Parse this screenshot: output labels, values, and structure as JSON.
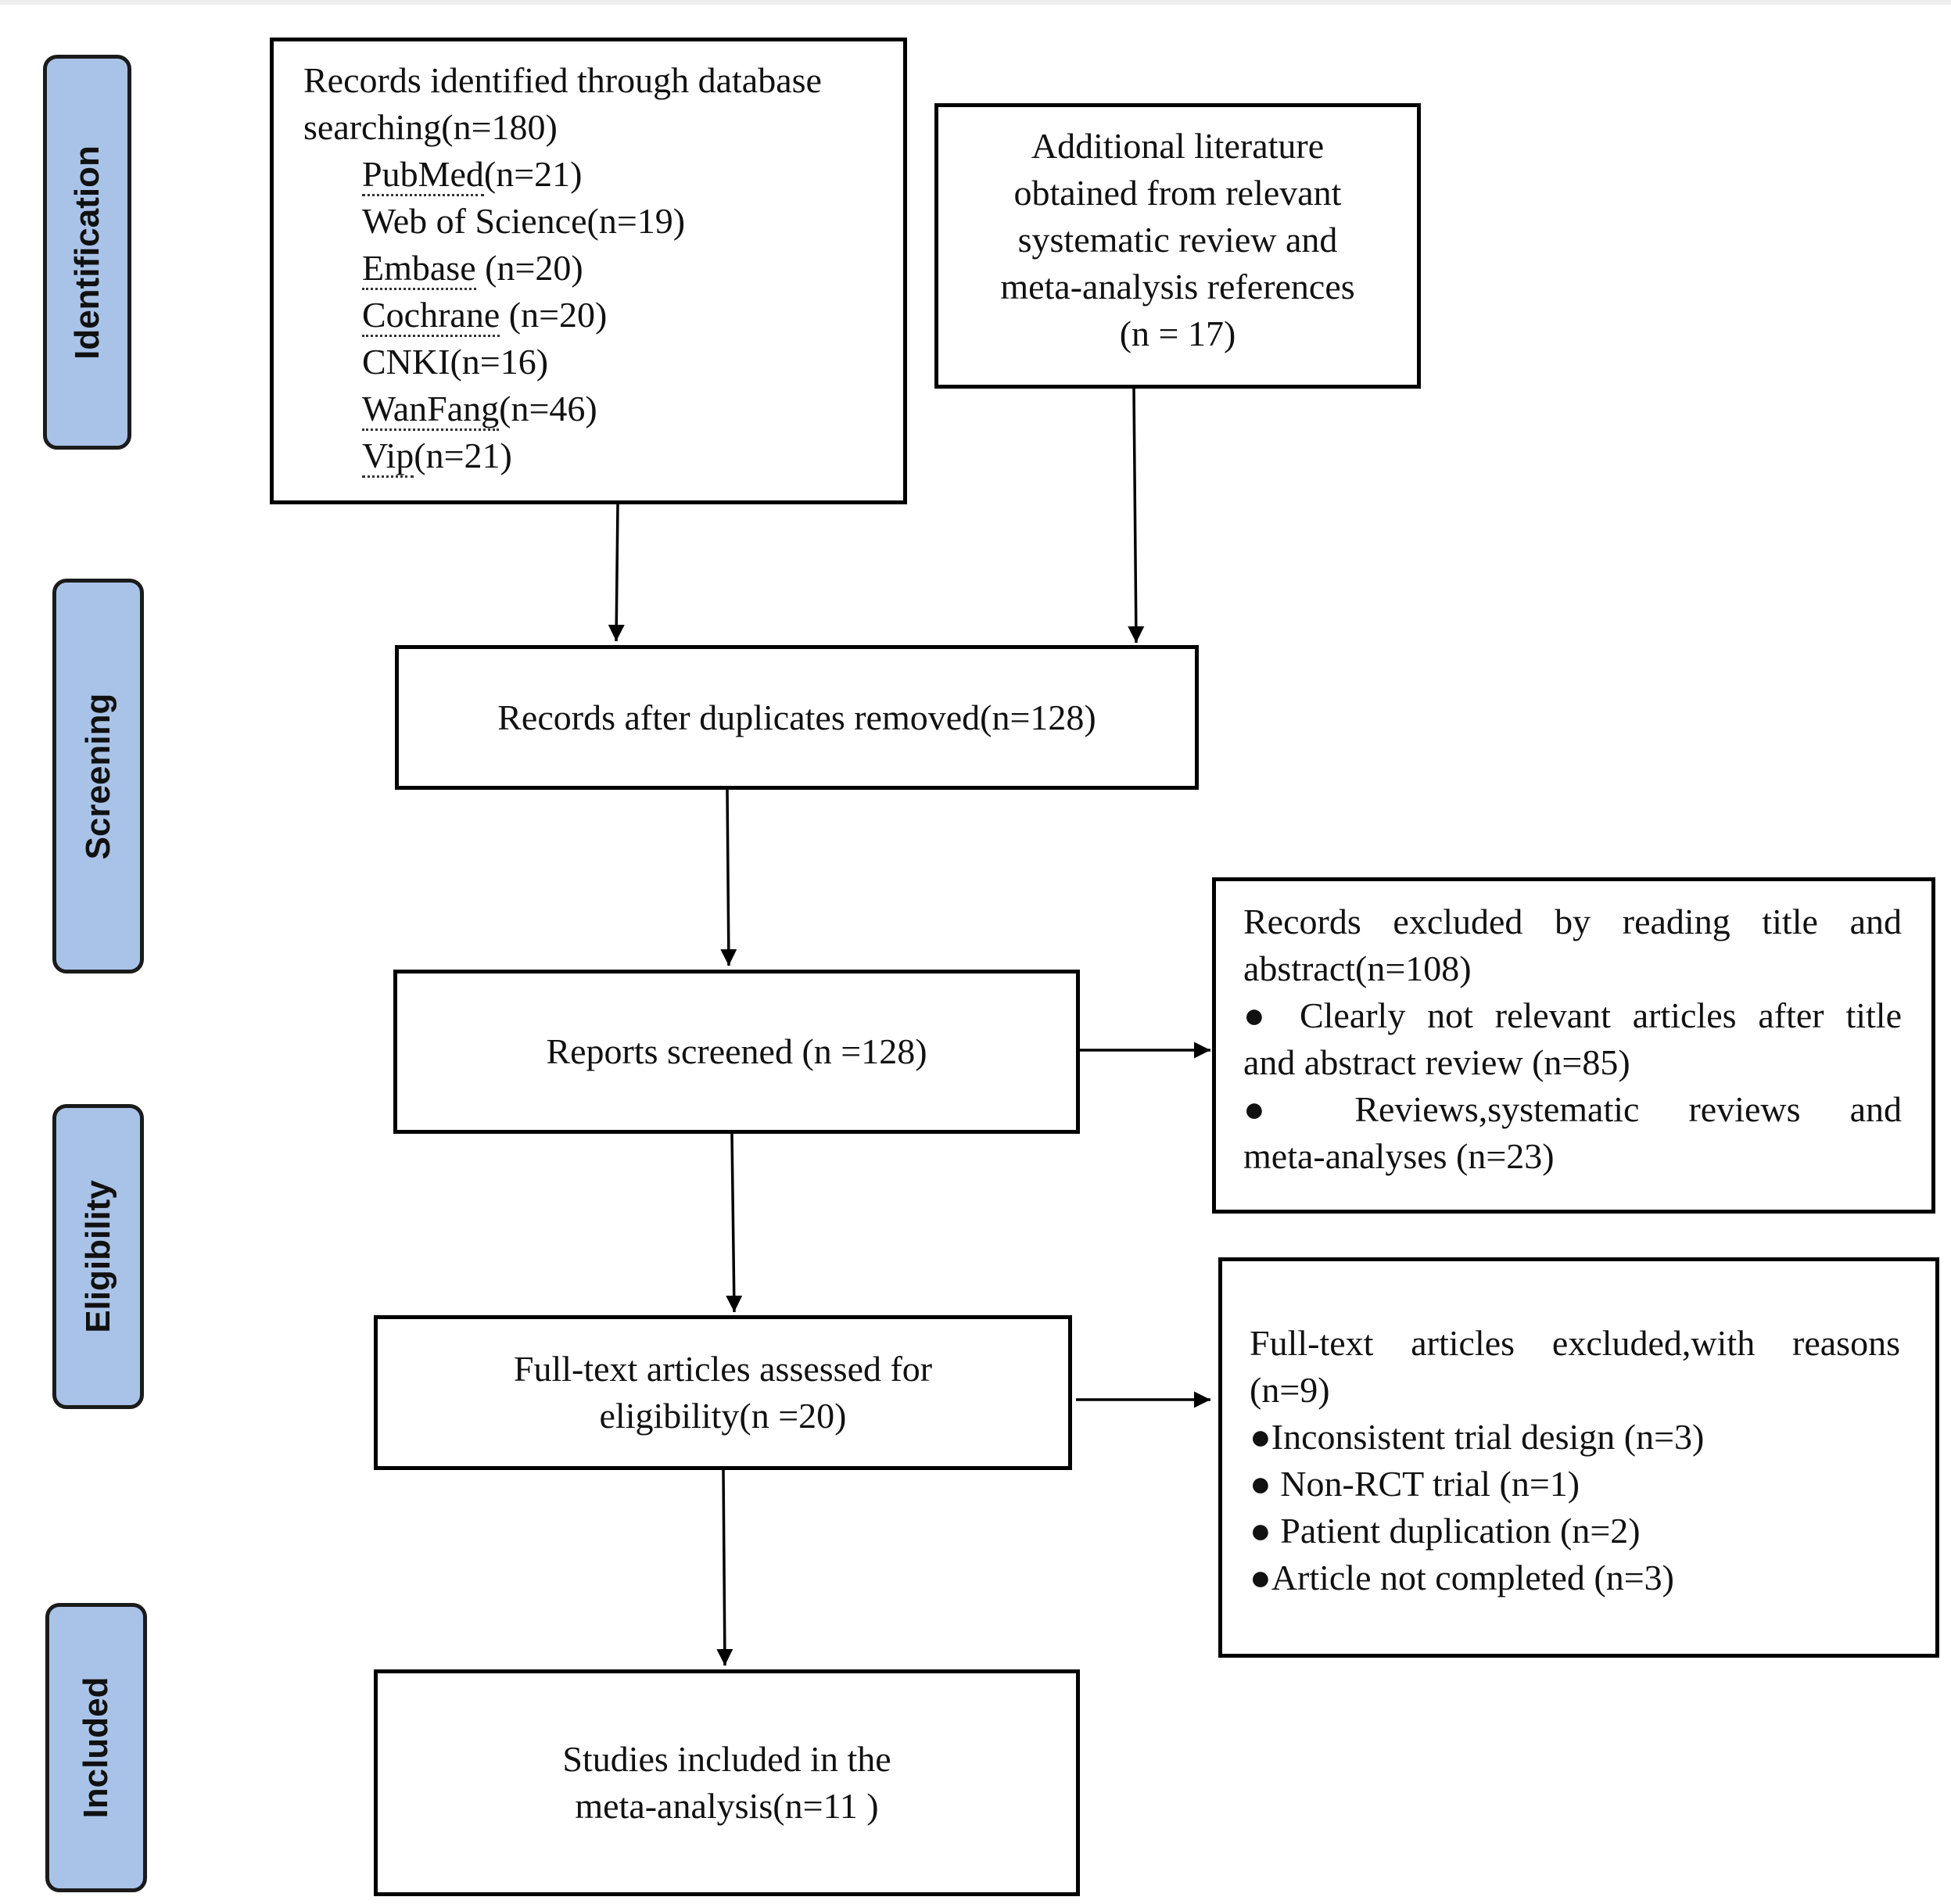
{
  "stages": [
    {
      "name": "identification",
      "label": "Identification"
    },
    {
      "name": "screening",
      "label": "Screening"
    },
    {
      "name": "eligibility",
      "label": "Eligibility"
    },
    {
      "name": "included",
      "label": "Included"
    }
  ],
  "database_box": {
    "line1": "Records identified through database",
    "line2": "searching(n=180)",
    "sources": [
      {
        "name": "PubMed",
        "count": "(n=21)"
      },
      {
        "name": "Web of Science",
        "count": "(n=19)"
      },
      {
        "name": "Embase",
        "count": " (n=20)"
      },
      {
        "name": "Cochrane",
        "count": " (n=20)"
      },
      {
        "name": "CNKI",
        "count": "(n=16)"
      },
      {
        "name": "WanFang",
        "count": "(n=46)"
      },
      {
        "name": "Vip",
        "count": "(n=21)"
      }
    ]
  },
  "additional_box": {
    "lines": [
      "Additional literature",
      "obtained from relevant",
      "systematic review and",
      "meta-analysis references",
      "(n = 17)"
    ]
  },
  "duplicates_box": {
    "text": "Records after duplicates removed(n=128)"
  },
  "screened_box": {
    "text": "Reports screened (n =128)"
  },
  "excluded_title_box": {
    "line1": "Records excluded by reading title and",
    "line2": "abstract(n=108)",
    "bullet1_line1": "●   Clearly not relevant articles after title",
    "bullet1_line2": "and abstract review (n=85)",
    "bullet2_line1": "●   Reviews,systematic reviews and",
    "bullet2_line2": "meta-analyses (n=23)"
  },
  "fulltext_box": {
    "line1": "Full-text articles assessed for",
    "line2": "eligibility(n =20)"
  },
  "excluded_fulltext_box": {
    "line1": "Full-text articles excluded,with reasons",
    "line2": "(n=9)",
    "reasons": [
      "●Inconsistent trial design (n=3)",
      "● Non-RCT trial (n=1)",
      "● Patient duplication (n=2)",
      "●Article not completed (n=3)"
    ]
  },
  "included_box": {
    "line1": "Studies included in the",
    "line2": "meta-analysis(n=11 )"
  }
}
